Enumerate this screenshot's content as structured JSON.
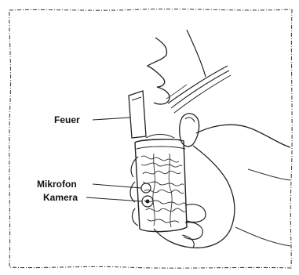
{
  "labels": {
    "feuer": "Feuer",
    "mikrofon": "Mikrofon",
    "kamera": "Kamera"
  },
  "colors": {
    "ink": "#1a1a1a",
    "paper": "#ffffff"
  }
}
